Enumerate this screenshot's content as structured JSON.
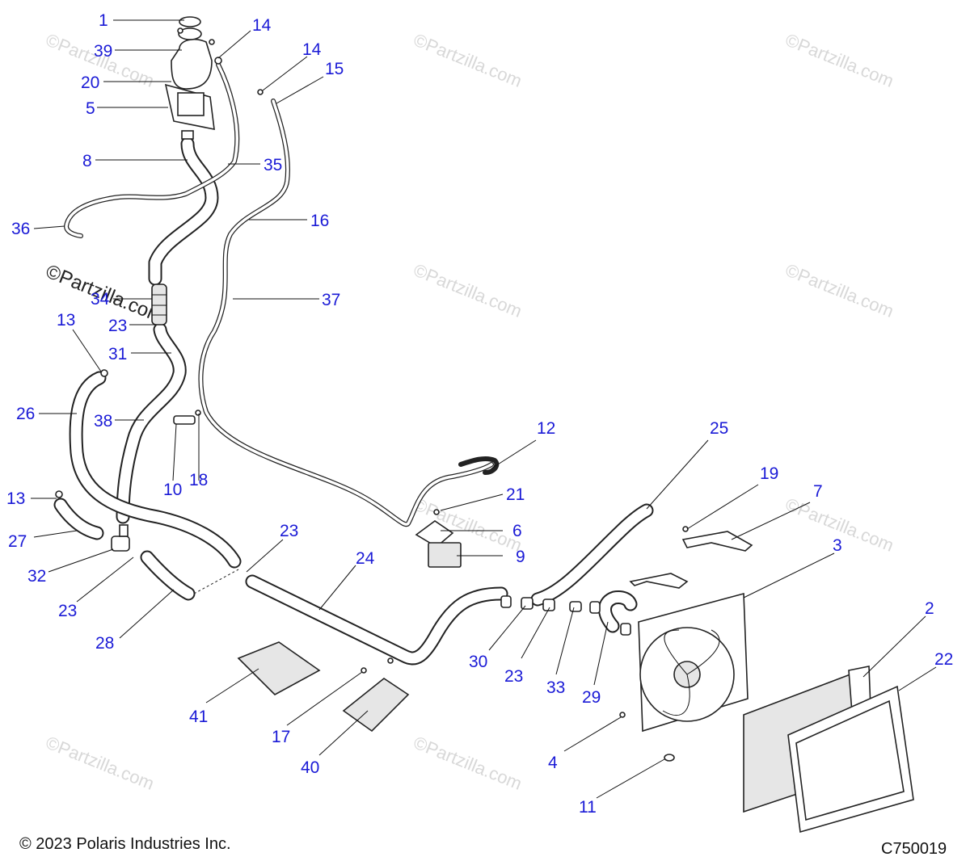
{
  "diagram": {
    "callouts": [
      {
        "id": "c1",
        "number": "1"
      },
      {
        "id": "c39",
        "number": "39"
      },
      {
        "id": "c14a",
        "number": "14"
      },
      {
        "id": "c14b",
        "number": "14"
      },
      {
        "id": "c15",
        "number": "15"
      },
      {
        "id": "c20",
        "number": "20"
      },
      {
        "id": "c5",
        "number": "5"
      },
      {
        "id": "c8",
        "number": "8"
      },
      {
        "id": "c35",
        "number": "35"
      },
      {
        "id": "c36",
        "number": "36"
      },
      {
        "id": "c16",
        "number": "16"
      },
      {
        "id": "c34",
        "number": "34"
      },
      {
        "id": "c37",
        "number": "37"
      },
      {
        "id": "c23a",
        "number": "23"
      },
      {
        "id": "c13a",
        "number": "13"
      },
      {
        "id": "c31",
        "number": "31"
      },
      {
        "id": "c26",
        "number": "26"
      },
      {
        "id": "c38",
        "number": "38"
      },
      {
        "id": "c10",
        "number": "10"
      },
      {
        "id": "c18",
        "number": "18"
      },
      {
        "id": "c12",
        "number": "12"
      },
      {
        "id": "c25",
        "number": "25"
      },
      {
        "id": "c21",
        "number": "21"
      },
      {
        "id": "c19",
        "number": "19"
      },
      {
        "id": "c7",
        "number": "7"
      },
      {
        "id": "c6",
        "number": "6"
      },
      {
        "id": "c9",
        "number": "9"
      },
      {
        "id": "c13b",
        "number": "13"
      },
      {
        "id": "c27",
        "number": "27"
      },
      {
        "id": "c23b",
        "number": "23"
      },
      {
        "id": "c24",
        "number": "24"
      },
      {
        "id": "c3",
        "number": "3"
      },
      {
        "id": "c32",
        "number": "32"
      },
      {
        "id": "c23c",
        "number": "23"
      },
      {
        "id": "c28",
        "number": "28"
      },
      {
        "id": "c2",
        "number": "2"
      },
      {
        "id": "c22",
        "number": "22"
      },
      {
        "id": "c30",
        "number": "30"
      },
      {
        "id": "c23d",
        "number": "23"
      },
      {
        "id": "c33",
        "number": "33"
      },
      {
        "id": "c29",
        "number": "29"
      },
      {
        "id": "c41",
        "number": "41"
      },
      {
        "id": "c17",
        "number": "17"
      },
      {
        "id": "c4",
        "number": "4"
      },
      {
        "id": "c40",
        "number": "40"
      },
      {
        "id": "c11",
        "number": "11"
      }
    ],
    "watermark_text": "©Partzilla.com",
    "colors": {
      "callout": "#1a1ad6",
      "line_art": "#222222",
      "watermark": "#d8d8d8",
      "background": "#ffffff"
    }
  },
  "footer": {
    "copyright": "© 2023 Polaris Industries Inc.",
    "diagram_code": "C750019"
  }
}
